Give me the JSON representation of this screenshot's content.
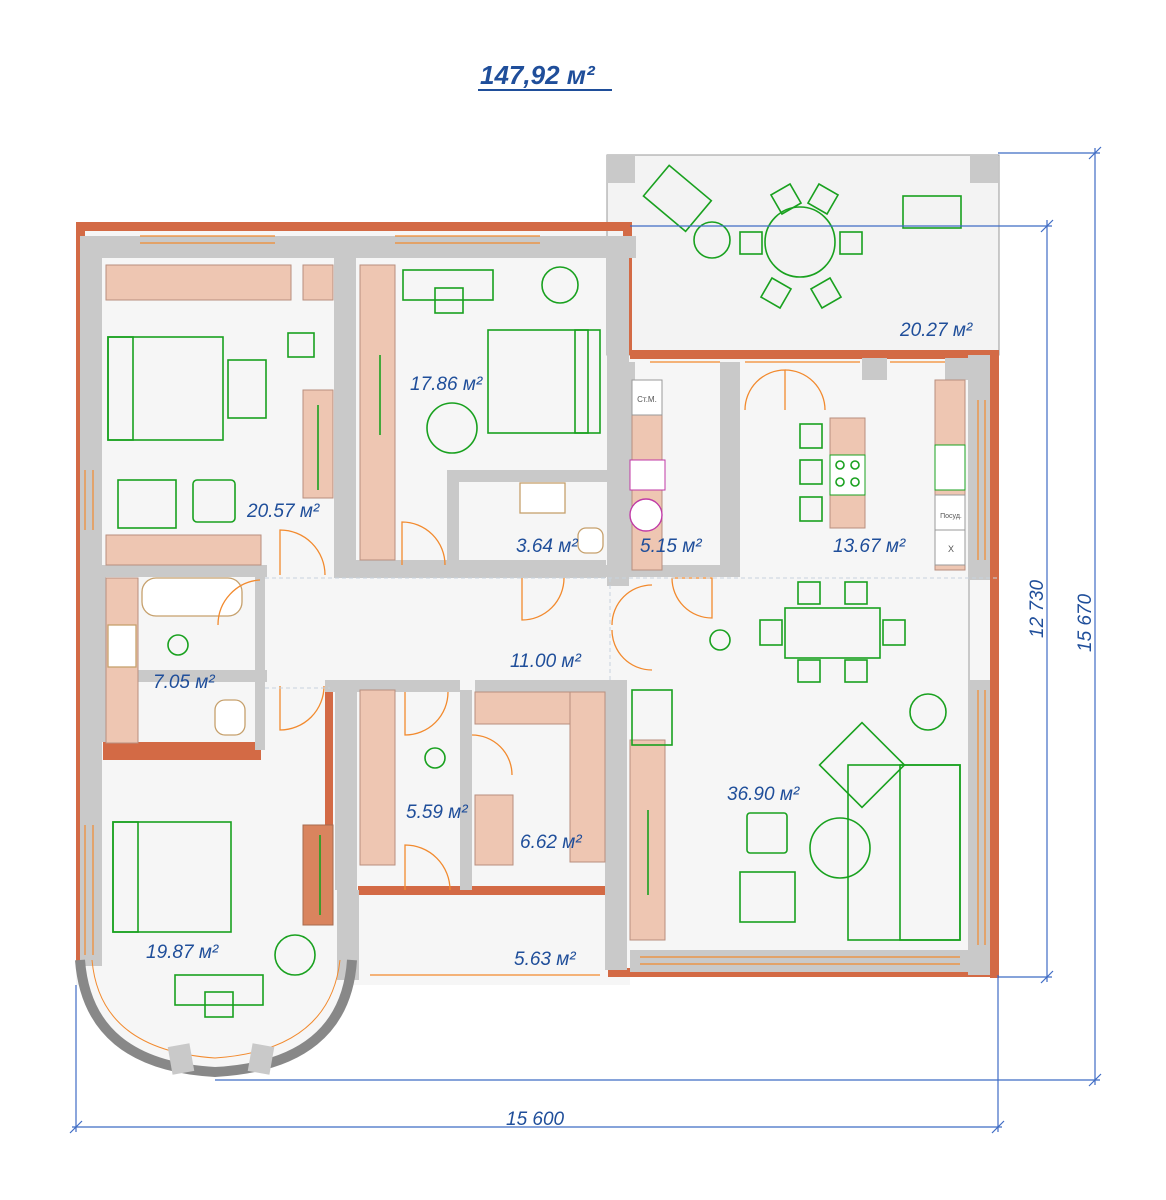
{
  "plan": {
    "total_area": "147,92 м²",
    "rooms": [
      {
        "id": "bedroom_nw",
        "area": "20.57 м²"
      },
      {
        "id": "bedroom_n",
        "area": "17.86 м²"
      },
      {
        "id": "terrace",
        "area": "20.27 м²"
      },
      {
        "id": "bathroom_small",
        "area": "3.64 м²"
      },
      {
        "id": "pantry",
        "area": "5.15 м²"
      },
      {
        "id": "kitchen",
        "area": "13.67 м²"
      },
      {
        "id": "bathroom_w",
        "area": "7.05 м²"
      },
      {
        "id": "hall",
        "area": "11.00 м²"
      },
      {
        "id": "living",
        "area": "36.90 м²"
      },
      {
        "id": "vestibule",
        "area": "5.59 м²"
      },
      {
        "id": "wardrobe",
        "area": "6.62 м²"
      },
      {
        "id": "bedroom_sw",
        "area": "19.87 м²"
      },
      {
        "id": "porch",
        "area": "5.63 м²"
      }
    ],
    "dimensions": {
      "width": "15 600",
      "depth_main": "12 730",
      "depth_total": "15 670"
    },
    "appliance_labels": {
      "washer": "Ст.М.",
      "dishwasher": "Посуд.",
      "fridge": "Х"
    }
  },
  "colors": {
    "text_blue": "#1f4e9a",
    "furniture_green": "#19a11f",
    "brick": "#d36a45",
    "cabinet": "#eec6b2",
    "wall_grey": "#c9c9c9",
    "door_orange": "#f28a2e"
  }
}
